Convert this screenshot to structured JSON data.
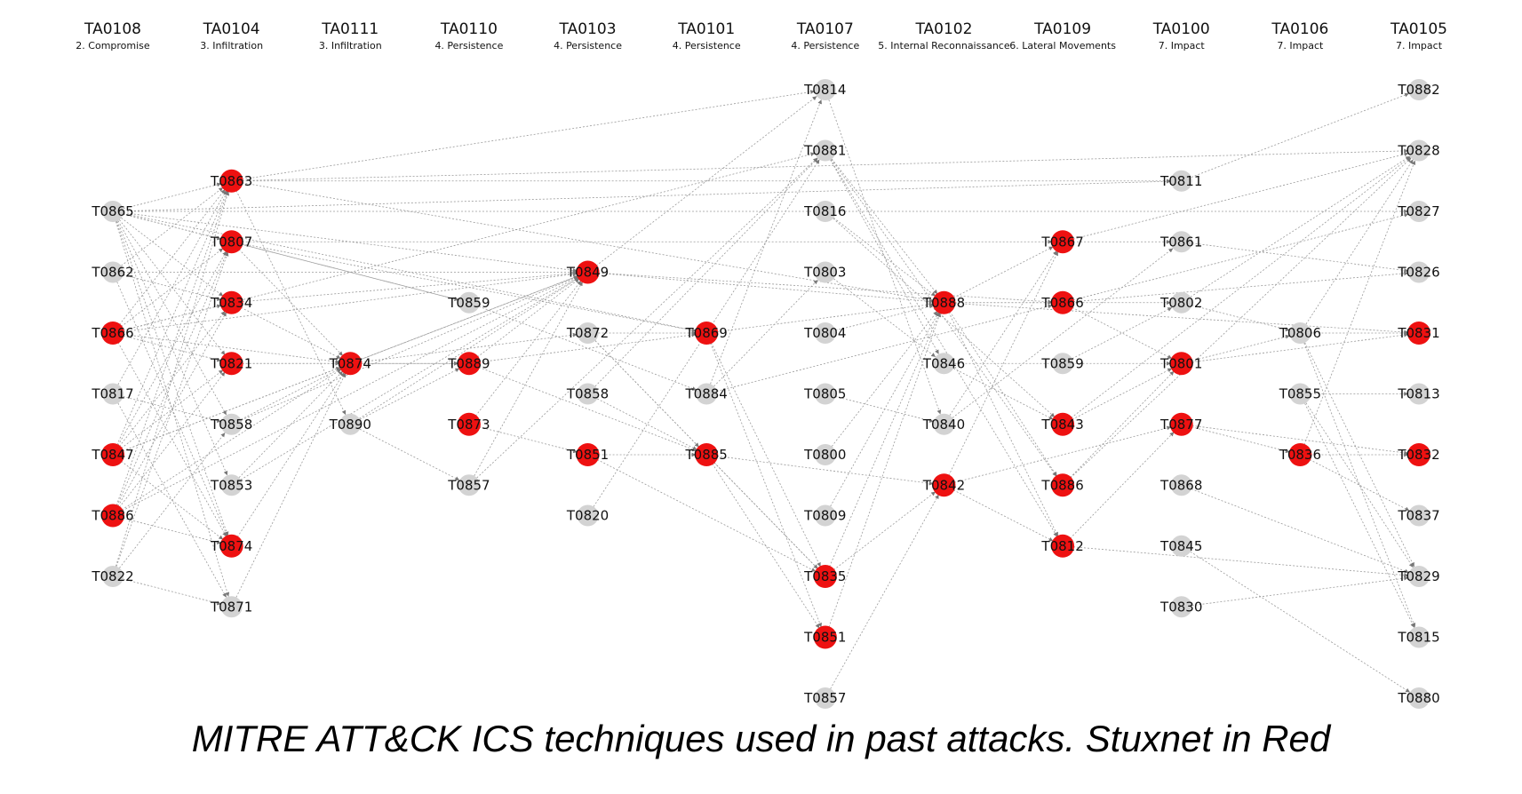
{
  "caption": "MITRE ATT&CK ICS techniques used in past attacks. Stuxnet in Red",
  "colors": {
    "highlight": "#ee1111",
    "normal": "#d3d3d3",
    "edge": "#9a9a9a"
  },
  "columns": [
    {
      "id": "TA0108",
      "label": "2. Compromise",
      "nodes": [
        {
          "label": "T0865",
          "stuxnet": false
        },
        {
          "label": "T0862",
          "stuxnet": false
        },
        {
          "label": "T0866",
          "stuxnet": true
        },
        {
          "label": "T0817",
          "stuxnet": false
        },
        {
          "label": "T0847",
          "stuxnet": true
        },
        {
          "label": "T0886",
          "stuxnet": true
        },
        {
          "label": "T0822",
          "stuxnet": false
        }
      ]
    },
    {
      "id": "TA0104",
      "label": "3. Infiltration",
      "nodes": [
        {
          "label": "T0863",
          "stuxnet": true
        },
        {
          "label": "T0807",
          "stuxnet": true
        },
        {
          "label": "T0834",
          "stuxnet": true
        },
        {
          "label": "T0821",
          "stuxnet": true
        },
        {
          "label": "T0858",
          "stuxnet": false
        },
        {
          "label": "T0853",
          "stuxnet": false
        },
        {
          "label": "T0874",
          "stuxnet": true
        },
        {
          "label": "T0871",
          "stuxnet": false
        }
      ]
    },
    {
      "id": "TA0111",
      "label": "3. Infiltration",
      "nodes": [
        {
          "label": "T0874",
          "stuxnet": true
        },
        {
          "label": "T0890",
          "stuxnet": false
        }
      ]
    },
    {
      "id": "TA0110",
      "label": "4. Persistence",
      "nodes": [
        {
          "label": "T0859",
          "stuxnet": false
        },
        {
          "label": "T0889",
          "stuxnet": true
        },
        {
          "label": "T0873",
          "stuxnet": true
        },
        {
          "label": "T0857",
          "stuxnet": false
        }
      ]
    },
    {
      "id": "TA0103",
      "label": "4. Persistence",
      "nodes": [
        {
          "label": "T0849",
          "stuxnet": true
        },
        {
          "label": "T0872",
          "stuxnet": false
        },
        {
          "label": "T0858",
          "stuxnet": false
        },
        {
          "label": "T0851",
          "stuxnet": true
        },
        {
          "label": "T0820",
          "stuxnet": false
        }
      ]
    },
    {
      "id": "TA0101",
      "label": "4. Persistence",
      "nodes": [
        {
          "label": "T0869",
          "stuxnet": true
        },
        {
          "label": "T0884",
          "stuxnet": false
        },
        {
          "label": "T0885",
          "stuxnet": true
        }
      ]
    },
    {
      "id": "TA0107",
      "label": "4. Persistence",
      "nodes": [
        {
          "label": "T0814",
          "stuxnet": false
        },
        {
          "label": "T0881",
          "stuxnet": false
        },
        {
          "label": "T0816",
          "stuxnet": false
        },
        {
          "label": "T0803",
          "stuxnet": false
        },
        {
          "label": "T0804",
          "stuxnet": false
        },
        {
          "label": "T0805",
          "stuxnet": false
        },
        {
          "label": "T0800",
          "stuxnet": false
        },
        {
          "label": "T0809",
          "stuxnet": false
        },
        {
          "label": "T0835",
          "stuxnet": true
        },
        {
          "label": "T0851",
          "stuxnet": true
        },
        {
          "label": "T0857",
          "stuxnet": false
        }
      ]
    },
    {
      "id": "TA0102",
      "label": "5. Internal Reconnaissance",
      "nodes": [
        {
          "label": "T0888",
          "stuxnet": true
        },
        {
          "label": "T0846",
          "stuxnet": false
        },
        {
          "label": "T0840",
          "stuxnet": false
        },
        {
          "label": "T0842",
          "stuxnet": true
        }
      ]
    },
    {
      "id": "TA0109",
      "label": "6. Lateral Movements",
      "nodes": [
        {
          "label": "T0867",
          "stuxnet": true
        },
        {
          "label": "T0866",
          "stuxnet": true
        },
        {
          "label": "T0859",
          "stuxnet": false
        },
        {
          "label": "T0843",
          "stuxnet": true
        },
        {
          "label": "T0886",
          "stuxnet": true
        },
        {
          "label": "T0812",
          "stuxnet": true
        }
      ]
    },
    {
      "id": "TA0100",
      "label": "7. Impact",
      "nodes": [
        {
          "label": "T0811",
          "stuxnet": false
        },
        {
          "label": "T0861",
          "stuxnet": false
        },
        {
          "label": "T0802",
          "stuxnet": false
        },
        {
          "label": "T0801",
          "stuxnet": true
        },
        {
          "label": "T0877",
          "stuxnet": true
        },
        {
          "label": "T0868",
          "stuxnet": false
        },
        {
          "label": "T0845",
          "stuxnet": false
        },
        {
          "label": "T0830",
          "stuxnet": false
        }
      ]
    },
    {
      "id": "TA0106",
      "label": "7. Impact",
      "nodes": [
        {
          "label": "T0806",
          "stuxnet": false
        },
        {
          "label": "T0855",
          "stuxnet": false
        },
        {
          "label": "T0836",
          "stuxnet": true
        }
      ]
    },
    {
      "id": "TA0105",
      "label": "7. Impact",
      "nodes": [
        {
          "label": "T0882",
          "stuxnet": false
        },
        {
          "label": "T0828",
          "stuxnet": false
        },
        {
          "label": "T0827",
          "stuxnet": false
        },
        {
          "label": "T0826",
          "stuxnet": false
        },
        {
          "label": "T0831",
          "stuxnet": true
        },
        {
          "label": "T0813",
          "stuxnet": false
        },
        {
          "label": "T0832",
          "stuxnet": true
        },
        {
          "label": "T0837",
          "stuxnet": false
        },
        {
          "label": "T0829",
          "stuxnet": false
        },
        {
          "label": "T0815",
          "stuxnet": false
        },
        {
          "label": "T0880",
          "stuxnet": false
        }
      ]
    }
  ],
  "edges": [
    [
      "0.0",
      "1.0"
    ],
    [
      "0.0",
      "1.1"
    ],
    [
      "0.0",
      "1.2"
    ],
    [
      "0.0",
      "1.3"
    ],
    [
      "0.0",
      "1.4"
    ],
    [
      "0.0",
      "1.5"
    ],
    [
      "0.0",
      "1.6"
    ],
    [
      "0.0",
      "1.7"
    ],
    [
      "0.0",
      "4.0"
    ],
    [
      "0.0",
      "9.0"
    ],
    [
      "0.0",
      "11.2"
    ],
    [
      "0.0",
      "3.0"
    ],
    [
      "0.0",
      "5.0"
    ],
    [
      "0.1",
      "1.0"
    ],
    [
      "0.1",
      "1.2"
    ],
    [
      "0.1",
      "1.6"
    ],
    [
      "0.1",
      "4.0"
    ],
    [
      "0.2",
      "1.0"
    ],
    [
      "0.2",
      "1.1"
    ],
    [
      "0.2",
      "1.2"
    ],
    [
      "0.2",
      "1.3"
    ],
    [
      "0.2",
      "1.6"
    ],
    [
      "0.2",
      "2.0"
    ],
    [
      "0.2",
      "4.0"
    ],
    [
      "0.2",
      "6.1"
    ],
    [
      "0.3",
      "1.0"
    ],
    [
      "0.3",
      "1.4"
    ],
    [
      "0.3",
      "1.7"
    ],
    [
      "0.4",
      "1.0"
    ],
    [
      "0.4",
      "1.1"
    ],
    [
      "0.4",
      "1.2"
    ],
    [
      "0.4",
      "1.3"
    ],
    [
      "0.4",
      "1.6"
    ],
    [
      "0.4",
      "2.0"
    ],
    [
      "0.4",
      "4.0"
    ],
    [
      "0.5",
      "1.0"
    ],
    [
      "0.5",
      "1.1"
    ],
    [
      "0.5",
      "1.2"
    ],
    [
      "0.5",
      "1.3"
    ],
    [
      "0.5",
      "1.6"
    ],
    [
      "0.5",
      "2.0"
    ],
    [
      "0.5",
      "4.0"
    ],
    [
      "0.6",
      "1.0"
    ],
    [
      "0.6",
      "1.1"
    ],
    [
      "0.6",
      "1.4"
    ],
    [
      "0.6",
      "1.7"
    ],
    [
      "1.0",
      "6.0"
    ],
    [
      "1.0",
      "11.1"
    ],
    [
      "1.0",
      "9.0"
    ],
    [
      "1.0",
      "2.1"
    ],
    [
      "1.0",
      "7.0"
    ],
    [
      "1.1",
      "2.0"
    ],
    [
      "1.1",
      "5.0"
    ],
    [
      "1.1",
      "3.0"
    ],
    [
      "1.1",
      "8.0"
    ],
    [
      "1.2",
      "2.0"
    ],
    [
      "1.2",
      "4.0"
    ],
    [
      "1.3",
      "2.0"
    ],
    [
      "1.3",
      "3.1"
    ],
    [
      "1.4",
      "2.0"
    ],
    [
      "1.4",
      "4.0"
    ],
    [
      "1.5",
      "2.0"
    ],
    [
      "1.5",
      "4.0"
    ],
    [
      "1.6",
      "2.0"
    ],
    [
      "1.7",
      "2.0"
    ],
    [
      "2.0",
      "3.1"
    ],
    [
      "2.0",
      "4.0"
    ],
    [
      "2.0",
      "4.1"
    ],
    [
      "2.1",
      "3.1"
    ],
    [
      "2.1",
      "4.0"
    ],
    [
      "2.1",
      "3.3"
    ],
    [
      "3.0",
      "5.1"
    ],
    [
      "3.1",
      "4.0"
    ],
    [
      "3.1",
      "5.0"
    ],
    [
      "3.1",
      "5.2"
    ],
    [
      "3.2",
      "4.0"
    ],
    [
      "3.2",
      "4.3"
    ],
    [
      "3.3",
      "4.0"
    ],
    [
      "3.3",
      "6.1"
    ],
    [
      "4.0",
      "6.0"
    ],
    [
      "4.0",
      "7.0"
    ],
    [
      "4.0",
      "8.1"
    ],
    [
      "4.1",
      "5.0"
    ],
    [
      "4.1",
      "6.8"
    ],
    [
      "4.1",
      "5.2"
    ],
    [
      "4.2",
      "6.1"
    ],
    [
      "4.2",
      "5.2"
    ],
    [
      "4.3",
      "5.2"
    ],
    [
      "4.3",
      "6.8"
    ],
    [
      "4.4",
      "6.1"
    ],
    [
      "5.0",
      "6.8"
    ],
    [
      "5.0",
      "6.9"
    ],
    [
      "5.0",
      "7.0"
    ],
    [
      "5.1",
      "6.0"
    ],
    [
      "5.1",
      "6.3"
    ],
    [
      "5.1",
      "8.1"
    ],
    [
      "5.2",
      "6.8"
    ],
    [
      "5.2",
      "6.9"
    ],
    [
      "5.2",
      "7.3"
    ],
    [
      "6.1",
      "7.0"
    ],
    [
      "6.1",
      "7.1"
    ],
    [
      "6.1",
      "8.4"
    ],
    [
      "6.1",
      "8.5"
    ],
    [
      "6.2",
      "7.0"
    ],
    [
      "6.2",
      "8.3"
    ],
    [
      "6.0",
      "7.2"
    ],
    [
      "6.3",
      "7.1"
    ],
    [
      "6.4",
      "7.0"
    ],
    [
      "6.5",
      "7.2"
    ],
    [
      "6.6",
      "7.0"
    ],
    [
      "6.7",
      "7.0"
    ],
    [
      "6.8",
      "7.0"
    ],
    [
      "6.8",
      "7.3"
    ],
    [
      "6.9",
      "7.0"
    ],
    [
      "6.10",
      "7.3"
    ],
    [
      "7.0",
      "8.0"
    ],
    [
      "7.0",
      "8.1"
    ],
    [
      "7.0",
      "8.4"
    ],
    [
      "7.0",
      "8.5"
    ],
    [
      "7.0",
      "9.2"
    ],
    [
      "7.0",
      "11.4"
    ],
    [
      "7.1",
      "8.3"
    ],
    [
      "7.1",
      "9.3"
    ],
    [
      "7.2",
      "9.1"
    ],
    [
      "7.2",
      "8.0"
    ],
    [
      "7.3",
      "8.0"
    ],
    [
      "7.3",
      "8.5"
    ],
    [
      "7.3",
      "9.4"
    ],
    [
      "8.0",
      "9.1"
    ],
    [
      "8.0",
      "11.1"
    ],
    [
      "8.1",
      "9.3"
    ],
    [
      "8.1",
      "11.2"
    ],
    [
      "8.1",
      "11.3"
    ],
    [
      "8.2",
      "9.2"
    ],
    [
      "8.3",
      "9.3"
    ],
    [
      "8.3",
      "11.1"
    ],
    [
      "8.4",
      "9.3"
    ],
    [
      "8.4",
      "11.1"
    ],
    [
      "8.5",
      "9.4"
    ],
    [
      "8.5",
      "11.8"
    ],
    [
      "9.0",
      "11.0"
    ],
    [
      "9.1",
      "11.3"
    ],
    [
      "9.2",
      "10.0"
    ],
    [
      "9.2",
      "11.1"
    ],
    [
      "9.3",
      "10.0"
    ],
    [
      "9.3",
      "11.4"
    ],
    [
      "9.4",
      "10.2"
    ],
    [
      "9.4",
      "11.6"
    ],
    [
      "9.5",
      "11.8"
    ],
    [
      "9.6",
      "11.10"
    ],
    [
      "9.7",
      "11.8"
    ],
    [
      "10.0",
      "11.1"
    ],
    [
      "10.0",
      "11.4"
    ],
    [
      "10.0",
      "11.8"
    ],
    [
      "10.0",
      "11.9"
    ],
    [
      "10.1",
      "11.5"
    ],
    [
      "10.1",
      "11.8"
    ],
    [
      "10.1",
      "11.9"
    ],
    [
      "10.2",
      "11.6"
    ],
    [
      "10.2",
      "11.1"
    ],
    [
      "10.2",
      "11.7"
    ]
  ]
}
